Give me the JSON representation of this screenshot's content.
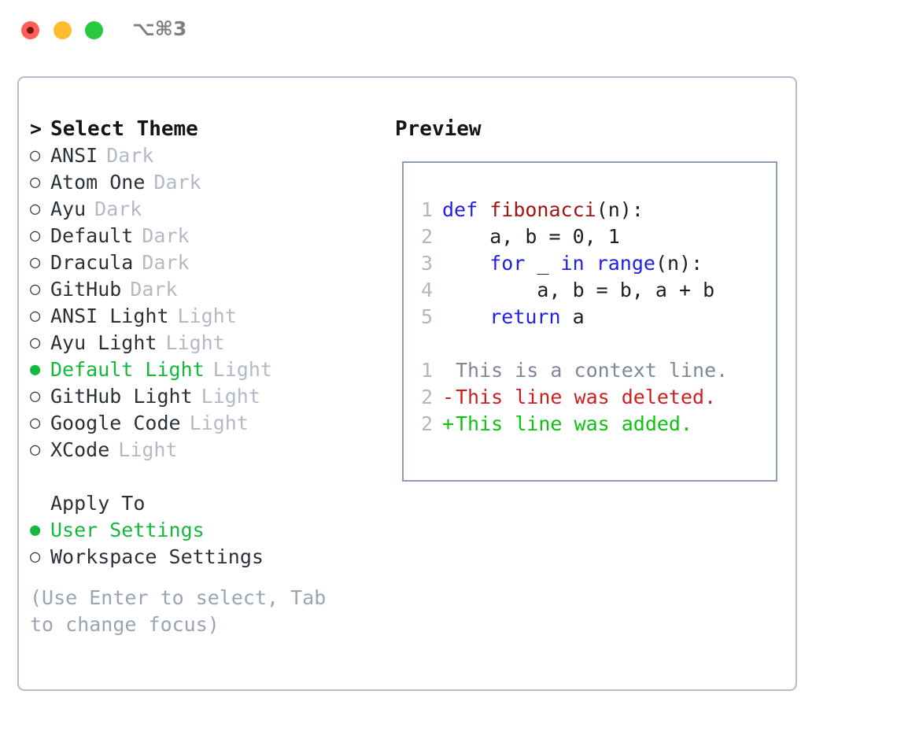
{
  "titlebar": {
    "shortcut": "⌥⌘3",
    "buttons": [
      {
        "name": "close",
        "color": "#ff5f56"
      },
      {
        "name": "minimize",
        "color": "#ffbd2e"
      },
      {
        "name": "zoom",
        "color": "#27c93f"
      }
    ]
  },
  "theme_picker": {
    "header_marker": ">",
    "header": "Select Theme",
    "marker_unselected": "○",
    "marker_selected": "●",
    "items": [
      {
        "label": "ANSI",
        "tag": "Dark",
        "selected": false
      },
      {
        "label": "Atom One",
        "tag": "Dark",
        "selected": false
      },
      {
        "label": "Ayu",
        "tag": "Dark",
        "selected": false
      },
      {
        "label": "Default",
        "tag": "Dark",
        "selected": false
      },
      {
        "label": "Dracula",
        "tag": "Dark",
        "selected": false
      },
      {
        "label": "GitHub",
        "tag": "Dark",
        "selected": false
      },
      {
        "label": "ANSI Light",
        "tag": "Light",
        "selected": false
      },
      {
        "label": "Ayu Light",
        "tag": "Light",
        "selected": false
      },
      {
        "label": "Default Light",
        "tag": "Light",
        "selected": true
      },
      {
        "label": "GitHub Light",
        "tag": "Light",
        "selected": false
      },
      {
        "label": "Google Code",
        "tag": "Light",
        "selected": false
      },
      {
        "label": "XCode",
        "tag": "Light",
        "selected": false
      }
    ]
  },
  "apply_to": {
    "heading": "Apply To",
    "items": [
      {
        "label": "User Settings",
        "selected": true
      },
      {
        "label": "Workspace Settings",
        "selected": false
      }
    ]
  },
  "hint": "(Use Enter to select, Tab to change focus)",
  "preview": {
    "title": "Preview",
    "code_lines": [
      {
        "num": "1",
        "sign": "",
        "tokens": [
          {
            "t": "def ",
            "c": "kw"
          },
          {
            "t": "fibonacci",
            "c": "fn"
          },
          {
            "t": "(n):",
            "c": "plain"
          }
        ]
      },
      {
        "num": "2",
        "sign": "",
        "tokens": [
          {
            "t": "    a, b = 0, 1",
            "c": "plain"
          }
        ]
      },
      {
        "num": "3",
        "sign": "",
        "tokens": [
          {
            "t": "    ",
            "c": "plain"
          },
          {
            "t": "for",
            "c": "kw"
          },
          {
            "t": " _ ",
            "c": "plain"
          },
          {
            "t": "in",
            "c": "kw"
          },
          {
            "t": " ",
            "c": "plain"
          },
          {
            "t": "range",
            "c": "kw"
          },
          {
            "t": "(n):",
            "c": "plain"
          }
        ]
      },
      {
        "num": "4",
        "sign": "",
        "tokens": [
          {
            "t": "        a, b = b, a + b",
            "c": "plain"
          }
        ]
      },
      {
        "num": "5",
        "sign": "",
        "tokens": [
          {
            "t": "    ",
            "c": "plain"
          },
          {
            "t": "return",
            "c": "kw"
          },
          {
            "t": " a",
            "c": "plain"
          }
        ]
      }
    ],
    "diff_lines": [
      {
        "num": "1",
        "sign": " ",
        "text": "This is a context line.",
        "kind": "ctx"
      },
      {
        "num": "2",
        "sign": "-",
        "text": "This line was deleted.",
        "kind": "del"
      },
      {
        "num": "2",
        "sign": "+",
        "text": "This line was added.",
        "kind": "add"
      }
    ]
  },
  "colors": {
    "selected_green": "#14b83c",
    "tag_gray": "#b3bac6",
    "hint_gray": "#9aa4b4",
    "keyword_blue": "#1f1fe8",
    "function_red": "#a01414",
    "diff_deleted": "#cc1f1f",
    "diff_added": "#0ec20e",
    "panel_border": "#b4bdcb",
    "preview_border": "#8f9bb0"
  }
}
